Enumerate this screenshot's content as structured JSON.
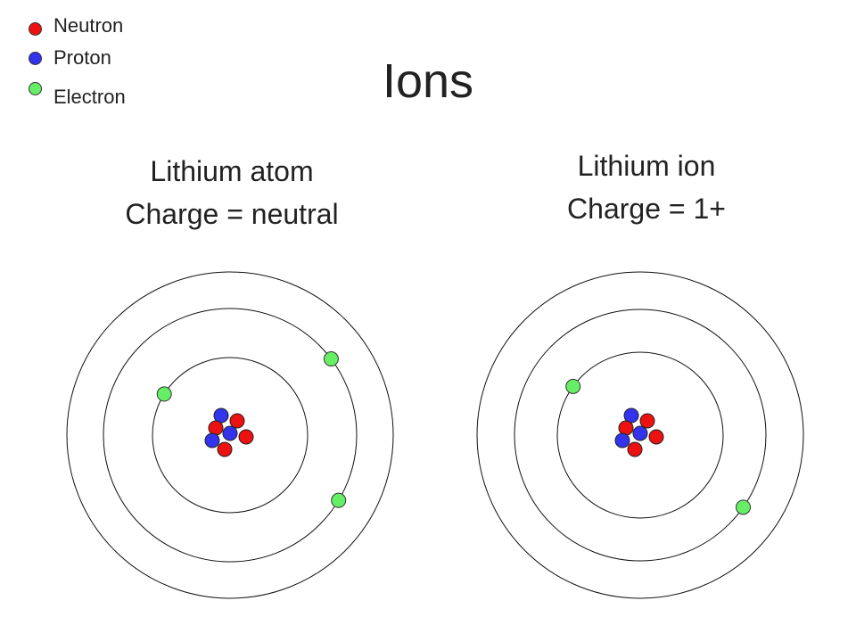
{
  "title": "Ions",
  "legend": [
    {
      "label": "Neutron",
      "color": "#ee1111"
    },
    {
      "label": "Proton",
      "color": "#3333ee"
    },
    {
      "label": "Electron",
      "color": "#66ee66"
    }
  ],
  "atom": {
    "name": "Lithium atom",
    "charge": "Charge = neutral",
    "protons": 3,
    "neutrons": 4,
    "electrons": 3
  },
  "ion": {
    "name": "Lithium ion",
    "charge": "Charge = 1+",
    "protons": 3,
    "neutrons": 4,
    "electrons": 2
  }
}
